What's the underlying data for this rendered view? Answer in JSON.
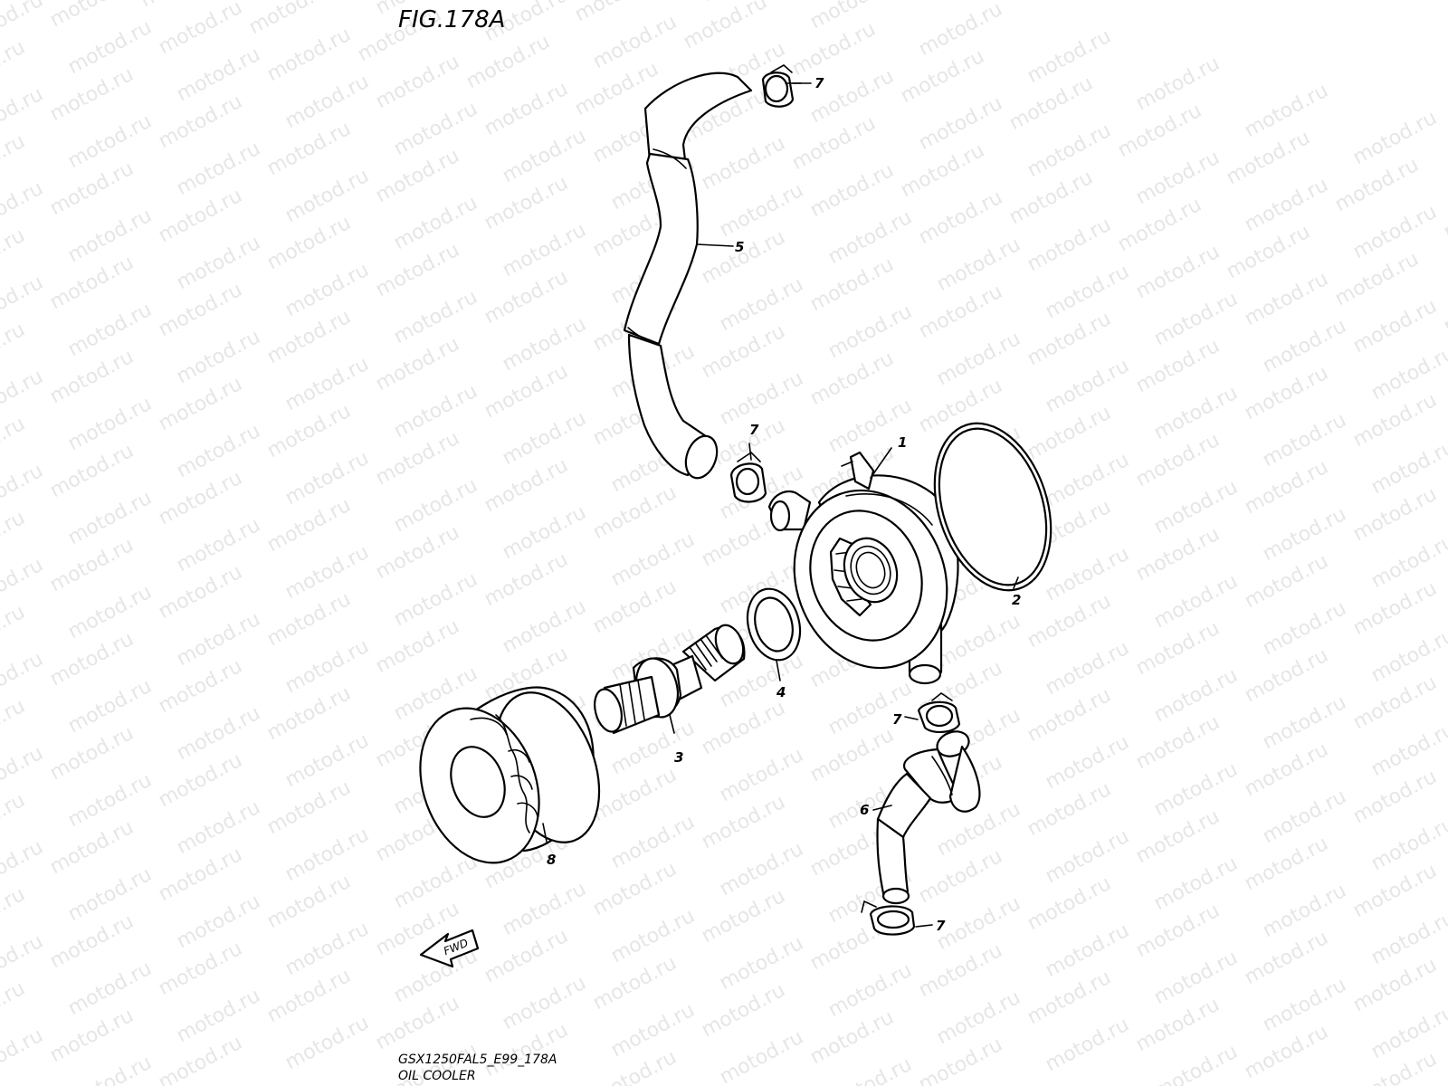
{
  "figure": {
    "title": "FIG.178A",
    "code": "GSX1250FAL5_E99_178A",
    "name": "OIL COOLER"
  },
  "watermark": {
    "text": "motod.ru"
  },
  "direction_indicator": {
    "label": "FWD"
  },
  "callouts": {
    "oil_cooler": "1",
    "o_ring": "2",
    "union_bolt": "3",
    "gasket": "4",
    "hose_upper": "5",
    "hose_lower": "6",
    "clamp_top": "7",
    "clamp_mid": "7",
    "clamp_lower_mid": "7",
    "clamp_bottom": "7",
    "oil_filter": "8"
  },
  "colors": {
    "line": "#000000",
    "background": "#ffffff",
    "watermark": "#e6e6e6"
  }
}
